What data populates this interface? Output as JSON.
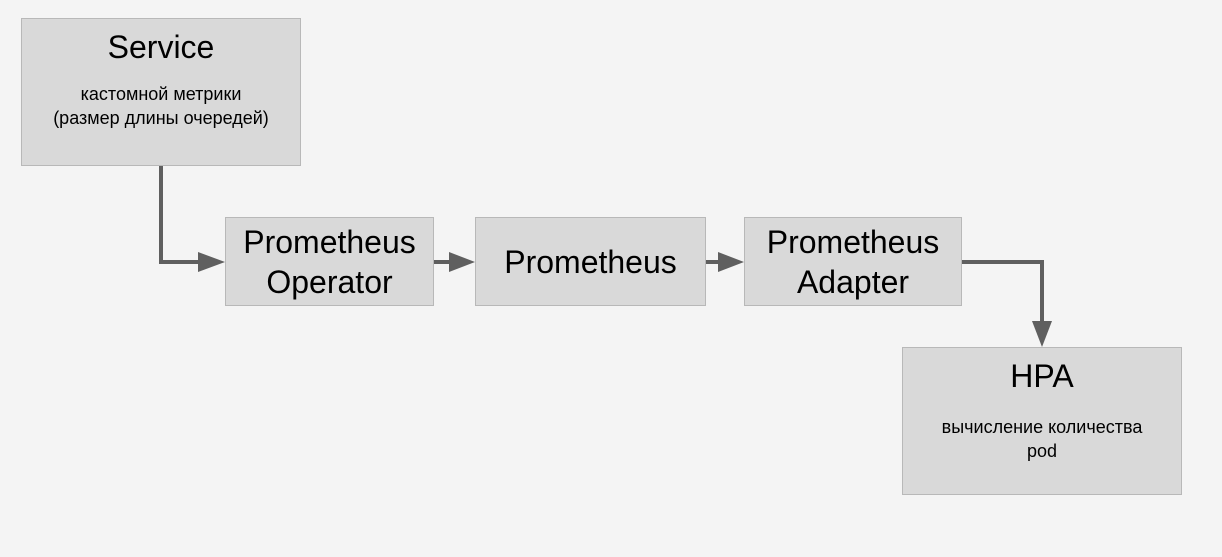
{
  "diagram": {
    "service": {
      "title": "Service",
      "subtitle_line1": "кастомной метрики",
      "subtitle_line2": "(размер длины очередей)"
    },
    "prometheus_operator": {
      "line1": "Prometheus",
      "line2": "Operator"
    },
    "prometheus": {
      "title": "Prometheus"
    },
    "prometheus_adapter": {
      "line1": "Prometheus",
      "line2": "Adapter"
    },
    "hpa": {
      "title": "HPA",
      "subtitle_line1": "вычисление количества",
      "subtitle_line2": "pod"
    },
    "colors": {
      "background": "#f4f4f4",
      "node_fill": "#d9d9d9",
      "node_border": "#b8b8b8",
      "arrow": "#5f5f5f"
    }
  }
}
